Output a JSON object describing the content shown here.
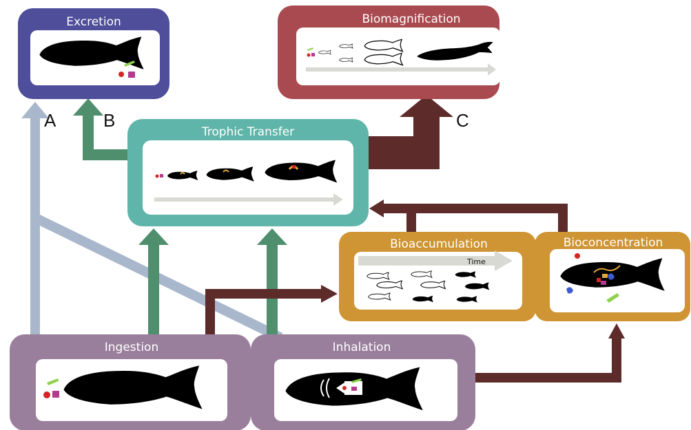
{
  "colors": {
    "excretion": "#4e4e9a",
    "biomagnification": "#a94a50",
    "trophic": "#5fb5a9",
    "bioaccumulation": "#cf9434",
    "bioconcentration": "#cf9434",
    "ingestion": "#9a7f9d",
    "inhalation": "#9a7f9d",
    "arrow_blue": "#a9b7cc",
    "arrow_green": "#4f8f6e",
    "arrow_brown": "#5e2b2b"
  },
  "boxes": {
    "excretion": {
      "label": "Excretion"
    },
    "biomagnification": {
      "label": "Biomagnification"
    },
    "trophic": {
      "label": "Trophic Transfer"
    },
    "bioaccumulation": {
      "label": "Bioaccumulation",
      "time_label": "Time"
    },
    "bioconcentration": {
      "label": "Bioconcentration"
    },
    "ingestion": {
      "label": "Ingestion"
    },
    "inhalation": {
      "label": "Inhalation"
    }
  },
  "path_labels": {
    "a": "A",
    "b": "B",
    "c": "C"
  }
}
